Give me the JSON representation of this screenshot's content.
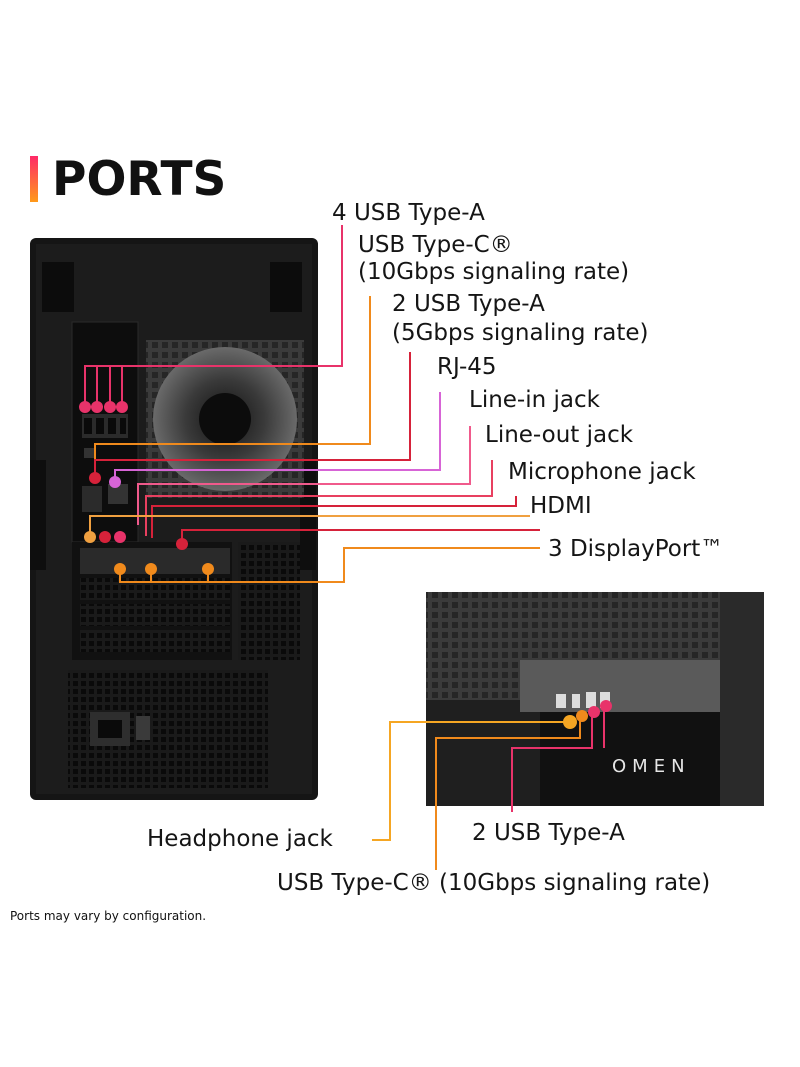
{
  "heading": {
    "title": "PORTS"
  },
  "rear_labels": [
    {
      "text": "4 USB Type-A",
      "color": "#e8336a"
    },
    {
      "text": "USB Type-C®",
      "color": "#f08a1c"
    },
    {
      "text": "(10Gbps signaling rate)",
      "color": "#f08a1c"
    },
    {
      "text": "2 USB Type-A",
      "color": "#d6223a"
    },
    {
      "text": "(5Gbps signaling rate)",
      "color": "#d6223a"
    },
    {
      "text": "RJ-45",
      "color": "#d764d6"
    },
    {
      "text": "Line-in jack",
      "color": "#f05a8c"
    },
    {
      "text": "Line-out jack",
      "color": "#e84060"
    },
    {
      "text": "Microphone jack",
      "color": "#d6223a"
    },
    {
      "text": "HDMI",
      "color": "#f0a040"
    },
    {
      "text": "3 DisplayPort™",
      "color": "#f08a1c"
    }
  ],
  "front_labels": [
    {
      "text": "Headphone jack",
      "color": "#f5a623"
    },
    {
      "text": "2 USB Type-A",
      "color": "#e8336a"
    },
    {
      "text": "USB Type-C® (10Gbps signaling rate)",
      "color": "#f08a1c"
    }
  ],
  "product": {
    "logo_text": "OMEN"
  },
  "footnote": "Ports may vary by configuration."
}
